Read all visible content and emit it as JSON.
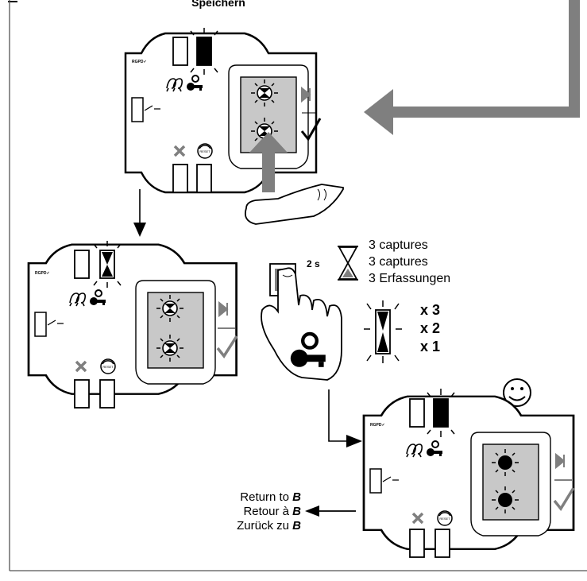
{
  "header": {
    "label": "Speichern"
  },
  "devices": [
    {
      "rgpd_label": "RGPD✓",
      "reset_label": "RESET"
    },
    {
      "rgpd_label": "RGPD✓",
      "reset_label": "RESET"
    },
    {
      "rgpd_label": "RGPD✓",
      "reset_label": "RESET"
    }
  ],
  "timer": {
    "duration_label": "2 s",
    "captions": [
      "3 captures",
      "3 captures",
      "3 Erfassungen"
    ]
  },
  "led_counts": [
    "x 3",
    "x 2",
    "x 1"
  ],
  "return_note": {
    "lines": [
      {
        "prefix": "Return to ",
        "target": "B"
      },
      {
        "prefix": "Retour à ",
        "target": "B"
      },
      {
        "prefix": "Zurück zu ",
        "target": "B"
      }
    ]
  },
  "colors": {
    "line": "#000000",
    "arrow_gray": "#7f7f7f",
    "panel_gray": "#c8c8c8",
    "frame": "#555555"
  }
}
